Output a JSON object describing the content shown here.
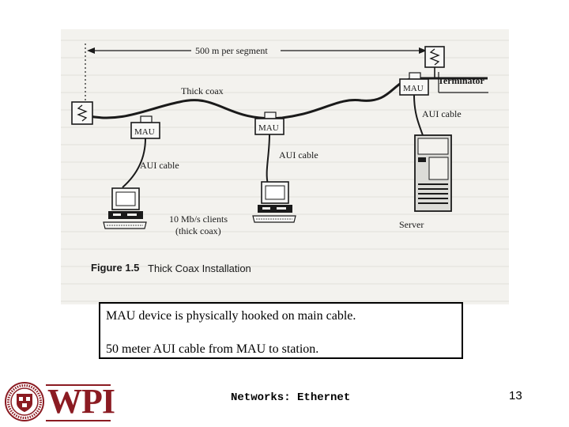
{
  "figure": {
    "segment_label": "500 m per segment",
    "coax_label": "Thick coax",
    "terminator_label": "Terminator",
    "mau_label": "MAU",
    "aui_label": "AUI cable",
    "clients_label_1": "10 Mb/s clients",
    "clients_label_2": "(thick coax)",
    "server_label": "Server",
    "fig_number": "Figure 1.5",
    "fig_title": "Thick Coax Installation"
  },
  "caption": {
    "line1": "MAU device is physically hooked on main cable.",
    "line2": "50 meter AUI cable from MAU to station."
  },
  "footer": {
    "title": "Networks: Ethernet",
    "page": "13",
    "logo_text": "WPI"
  },
  "colors": {
    "paper": "#f3f2ee",
    "ink": "#1a1a1a",
    "wpi_red": "#8b1b22"
  }
}
